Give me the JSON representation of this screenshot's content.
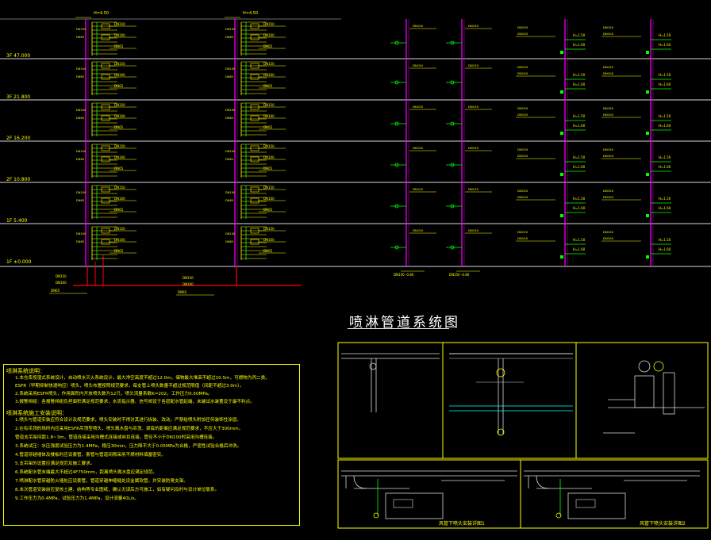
{
  "drawing": {
    "title": "喷淋管道系统图"
  },
  "levels": [
    {
      "label": "3F 47.000"
    },
    {
      "label": "3F 21.800"
    },
    {
      "label": "2F 16.200"
    },
    {
      "label": "2F 10.800"
    },
    {
      "label": "1F 5.400"
    },
    {
      "label": "1F ±0.000"
    }
  ],
  "top_labels": {
    "left_riser": "H=4.50",
    "mid_riser": "H=4.50"
  },
  "pipe_tags": {
    "dn150": "DN150",
    "dn100": "DN100",
    "dn65": "DN65",
    "dn50": "DN50",
    "h150": "H=1.50",
    "h160": "H=1.60",
    "bottom_a": "DN150 -0.80",
    "bottom_b": "DN150 -0.80"
  },
  "notes": {
    "heading1": "喷淋系统说明：",
    "heading2": "喷淋系统施工安装说明：",
    "lines": [
      "1.本仓库按湿式系统设计，自动喷水灭火系统设计，最大净空高度不超过12.0m，储物最大堆高不超过10.5m，可燃物为丙二类。",
      "  ESFR（早期抑制快速响应）喷头，喷头布置按照规范要求，每支管上喷头数量不超过规范限值（间距不超过3.0m）。",
      "2.系统采用ESFR喷头，作用面积内开放喷头数为12只，喷头流量系数K=202，工作压力0.50MPa。",
      "3.报警阀组：各报警阀组负担面积满足规范要求，水流指示器、信号阀设于各层配水管起端，末端试水装置设于最不利点。",
      "1.喷头与管道安装应符合设计及规范要求，喷头安装时不得对其进行拆装、改动，严禁给喷头附加任何装饰性涂层。",
      "2.在有吊顶的场所内应采用ESFR吊顶型喷头，喷头溅水盘与吊顶、梁底的距离应满足规范要求，不应大于300mm。",
      "  管道支吊架间距1.8~3m，管道连接采用沟槽式连接或丝扣连接，管径不小于DN100时采用沟槽连接。",
      "3.系统试压：水压强度试验压力为1.4MPa，稳压30min，压力降不大于0.05MPa为合格，严密性试验合格后冲洗。",
      "4.管道穿越墙体及楼板时应设套管，套管与管道间隙采用不燃材料填塞密实。",
      "5.支吊架的设置应满足规范及施工要求。",
      "6.系统配水管末端最大不超过4F750mm，距离喷头溅水盘应满足规范。",
      "7.喷淋配水管穿越防火墙处应设套管，管道穿越伸缩缝处设金属软管，并安装防晃支架。",
      "8.本次管道安装前应复核土建、结构等专业图纸，确认无误后方可施工，如有疑问及时与设计单位联系。",
      "9.工作压力为0.4MPa，试验压力为1.4MPa，设计流量40L/s。"
    ]
  },
  "details": {
    "caption_a": "风管下喷头安装详图1",
    "caption_b": "风管下喷头安装详图2"
  }
}
